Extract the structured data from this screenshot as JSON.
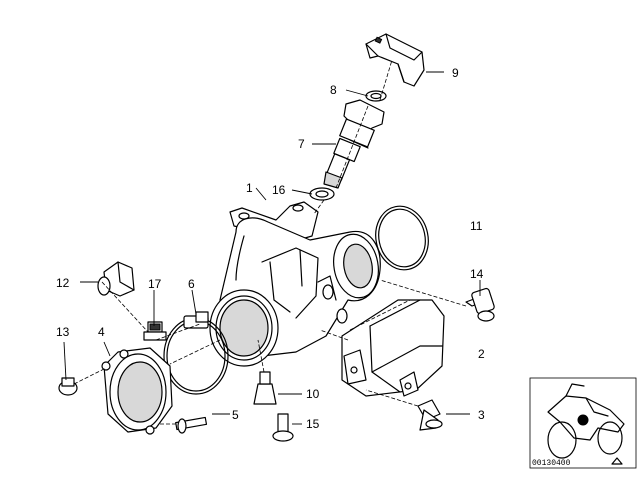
{
  "diagram": {
    "callouts": [
      {
        "id": "c1",
        "label": "1"
      },
      {
        "id": "c2",
        "label": "2"
      },
      {
        "id": "c3",
        "label": "3"
      },
      {
        "id": "c4",
        "label": "4"
      },
      {
        "id": "c5",
        "label": "5"
      },
      {
        "id": "c6",
        "label": "6"
      },
      {
        "id": "c7",
        "label": "7"
      },
      {
        "id": "c8",
        "label": "8"
      },
      {
        "id": "c9",
        "label": "9"
      },
      {
        "id": "c10",
        "label": "10"
      },
      {
        "id": "c11",
        "label": "11"
      },
      {
        "id": "c12",
        "label": "12"
      },
      {
        "id": "c13",
        "label": "13"
      },
      {
        "id": "c14",
        "label": "14"
      },
      {
        "id": "c15",
        "label": "15"
      },
      {
        "id": "c16",
        "label": "16"
      },
      {
        "id": "c17",
        "label": "17"
      }
    ],
    "thumbnail_code": "00130400",
    "colors": {
      "line": "#000000",
      "background": "#ffffff",
      "marker": "#000000"
    }
  }
}
